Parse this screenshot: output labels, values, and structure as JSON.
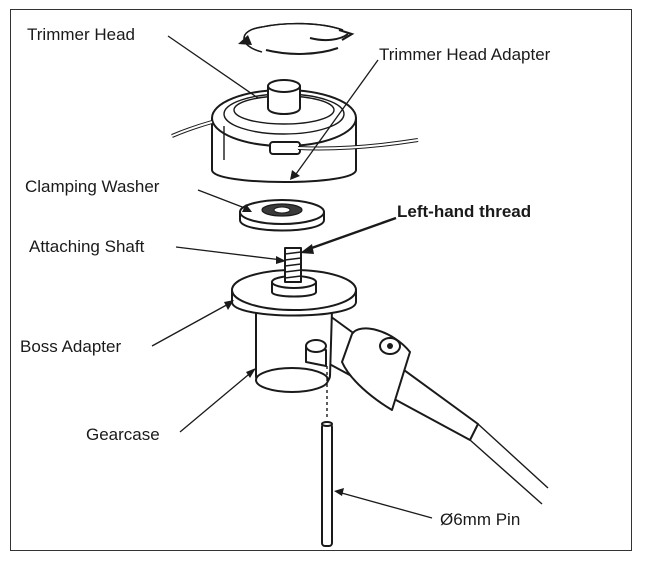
{
  "labels": {
    "trimmer_head": "Trimmer Head",
    "trimmer_head_adapter": "Trimmer Head Adapter",
    "clamping_washer": "Clamping Washer",
    "left_hand_thread": "Left-hand thread",
    "attaching_shaft": "Attaching Shaft",
    "boss_adapter": "Boss Adapter",
    "gearcase": "Gearcase",
    "pin": "Ø6mm Pin"
  },
  "colors": {
    "ink": "#1a1a1a",
    "paper": "#ffffff",
    "frame": "#333333"
  }
}
